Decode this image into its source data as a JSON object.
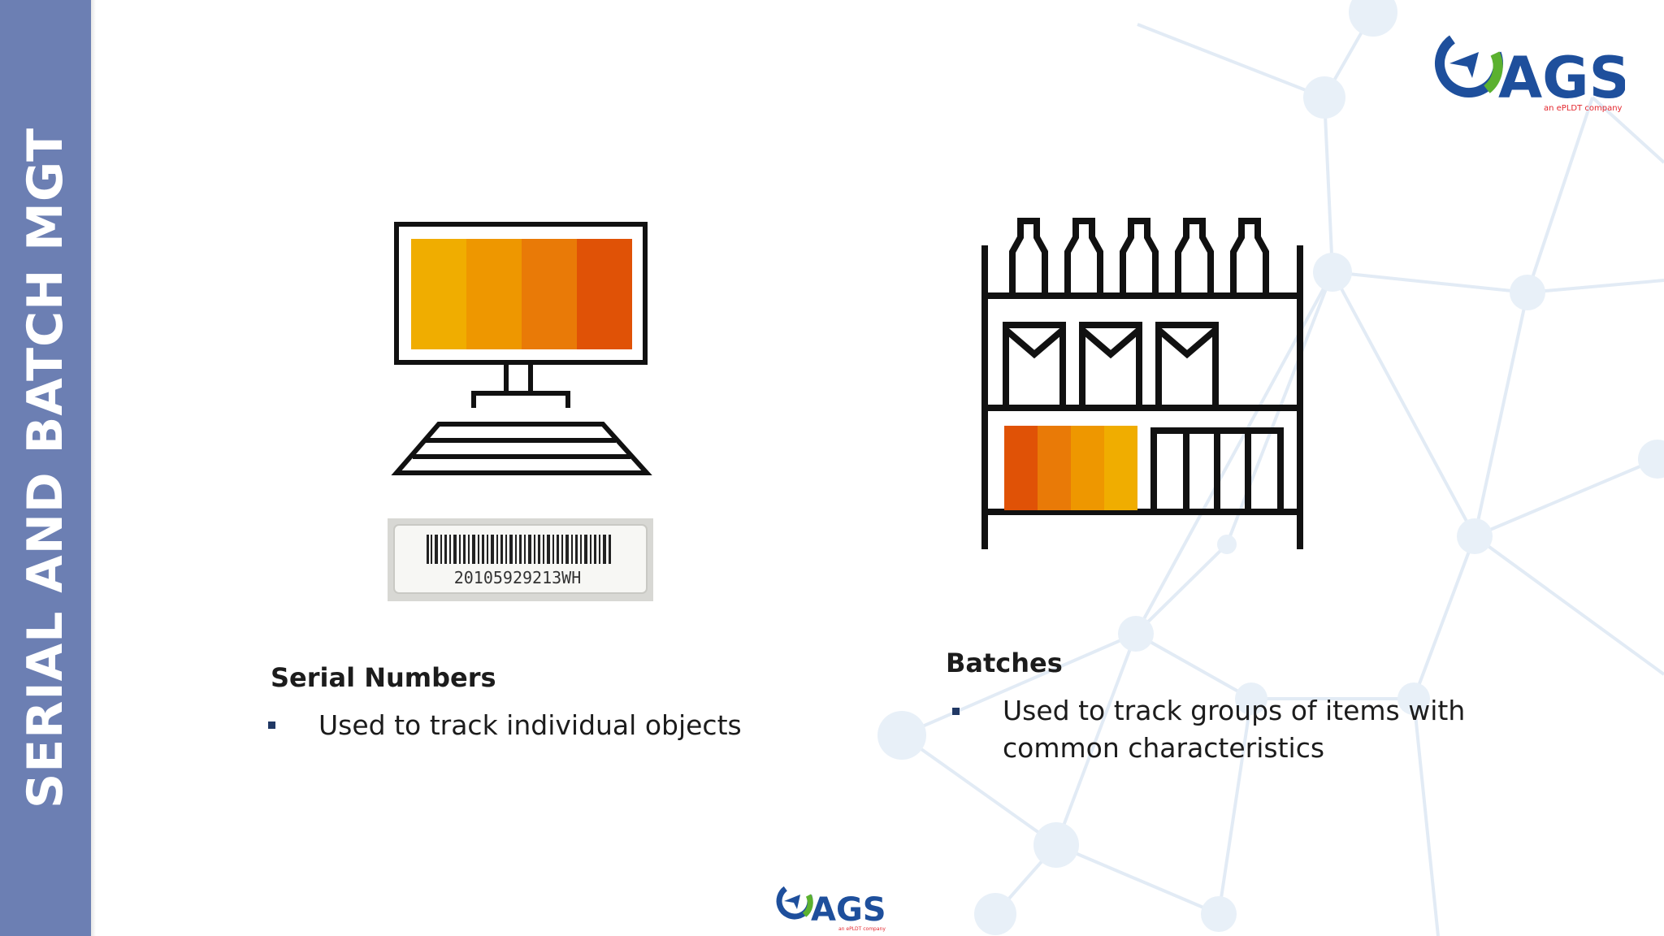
{
  "sidebar": {
    "title": "SERIAL AND BATCH MGT"
  },
  "logo": {
    "brand": "AGS",
    "tagline": "an ePLDT company"
  },
  "serial": {
    "heading": "Serial Numbers",
    "bullets": [
      "Used to track individual objects"
    ],
    "barcode_text": "20105929213WH"
  },
  "batches": {
    "heading": "Batches",
    "bullets": [
      "Used to track groups of items with common characteristics"
    ],
    "bullet_lines": [
      "Used to track groups of items with",
      "common characteristics"
    ]
  },
  "colors": {
    "sidebar": "#6c7fb3",
    "accent_yellow": "#f0ad00",
    "accent_orange": "#e9790a",
    "accent_red_orange": "#e05206",
    "logo_blue": "#1e4f9c",
    "logo_green": "#5bb12f",
    "logo_red": "#e3262d",
    "bullet": "#203864"
  },
  "icons": [
    "computer-monitor-icon",
    "barcode-label",
    "shelf-with-bottles-icon"
  ]
}
